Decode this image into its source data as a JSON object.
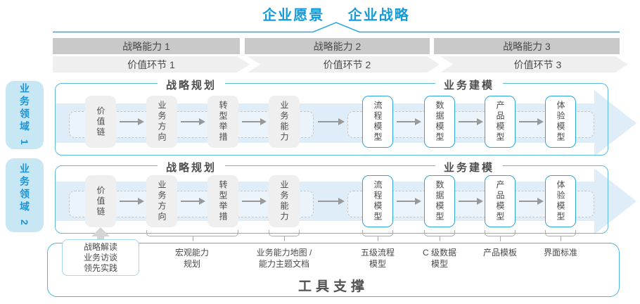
{
  "header": {
    "vision": "企业愿景",
    "strategy": "企业战略"
  },
  "strategy_capabilities": [
    "战略能力 1",
    "战略能力 2",
    "战略能力 3"
  ],
  "value_chain": [
    "价值环节 1",
    "价值环节 2",
    "价值环节 3"
  ],
  "business_domains": [
    "业务领域 1",
    "业务领域 2"
  ],
  "sections": {
    "planning": "战略规划",
    "modeling": "业务建模"
  },
  "flow_boxes": [
    "价值链",
    "业务方向",
    "转型举措",
    "业务能力",
    "流程模型",
    "数据模型",
    "产品模型",
    "体验模型"
  ],
  "callout": {
    "line1": "战略解读",
    "line2": "业务访谈",
    "line3": "领先实践"
  },
  "annotations": [
    {
      "line1": "宏观能力",
      "line2": "规划"
    },
    {
      "line1": "业务能力地图 /",
      "line2": "能力主题文档"
    },
    {
      "line1": "五级流程",
      "line2": "模型"
    },
    {
      "line1": "C 级数据",
      "line2": "模型"
    },
    {
      "line1": "产品模板",
      "line2": ""
    },
    {
      "line1": "界面标准",
      "line2": ""
    }
  ],
  "footer": {
    "label": "工具支撑"
  },
  "colors": {
    "accent_blue": "#149BD8",
    "panel_border": "#5FB9E0",
    "band_fill": "#DEEDF8",
    "capability_bar": "#C9C9C9",
    "value_chevron": "#EFEFEF",
    "domain_fill": "#C7E7F5",
    "text_dark": "#4A4A4A"
  }
}
